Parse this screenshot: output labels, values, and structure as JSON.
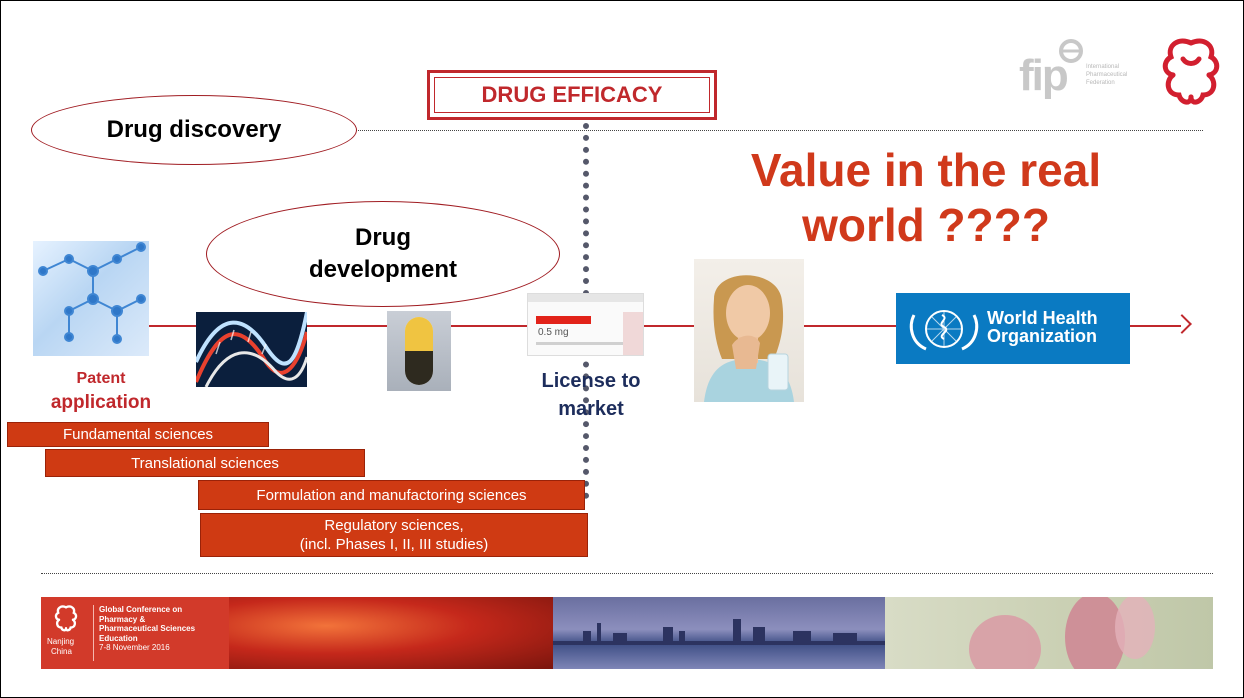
{
  "efficacy_box": {
    "label": "DRUG EFFICACY"
  },
  "ellipses": {
    "discovery": "Drug discovery",
    "development_line1": "Drug",
    "development_line2": "development"
  },
  "headline": {
    "line1": "Value in the real",
    "line2": "world ????"
  },
  "labels": {
    "patent_line1": "Patent",
    "patent_line2": "application",
    "license_line1": "License to",
    "license_line2": "market"
  },
  "bars": {
    "fundamental": "Fundamental sciences",
    "translational": "Translational sciences",
    "formulation": "Formulation and manufactoring sciences",
    "regulatory_line1": "Regulatory sciences,",
    "regulatory_line2": "(incl. Phases I, II, III studies)"
  },
  "who": {
    "line1": "World Health",
    "line2": "Organization"
  },
  "fip_logo": {
    "text": "fip",
    "sub1": "International",
    "sub2": "Pharmaceutical",
    "sub3": "Federation"
  },
  "package": {
    "dose": "0.5 mg"
  },
  "banner": {
    "city": "Nanjing",
    "country": "China",
    "line1": "Global Conference on",
    "line2": "Pharmacy &",
    "line3": "Pharmaceutical Sciences",
    "line4": "Education",
    "dates": "7-8 November 2016"
  },
  "colors": {
    "accent_red": "#c0282c",
    "headline_orange": "#d0391b",
    "bar_fill": "#cf3a13",
    "who_blue": "#0a7ac2",
    "navy": "#1d2d5c"
  },
  "icons": [
    "molecule-image",
    "dna-image",
    "capsule-image",
    "drug-package-image",
    "woman-taking-pill-image",
    "who-emblem-icon",
    "fip-logo",
    "congress-emblem-logo"
  ]
}
